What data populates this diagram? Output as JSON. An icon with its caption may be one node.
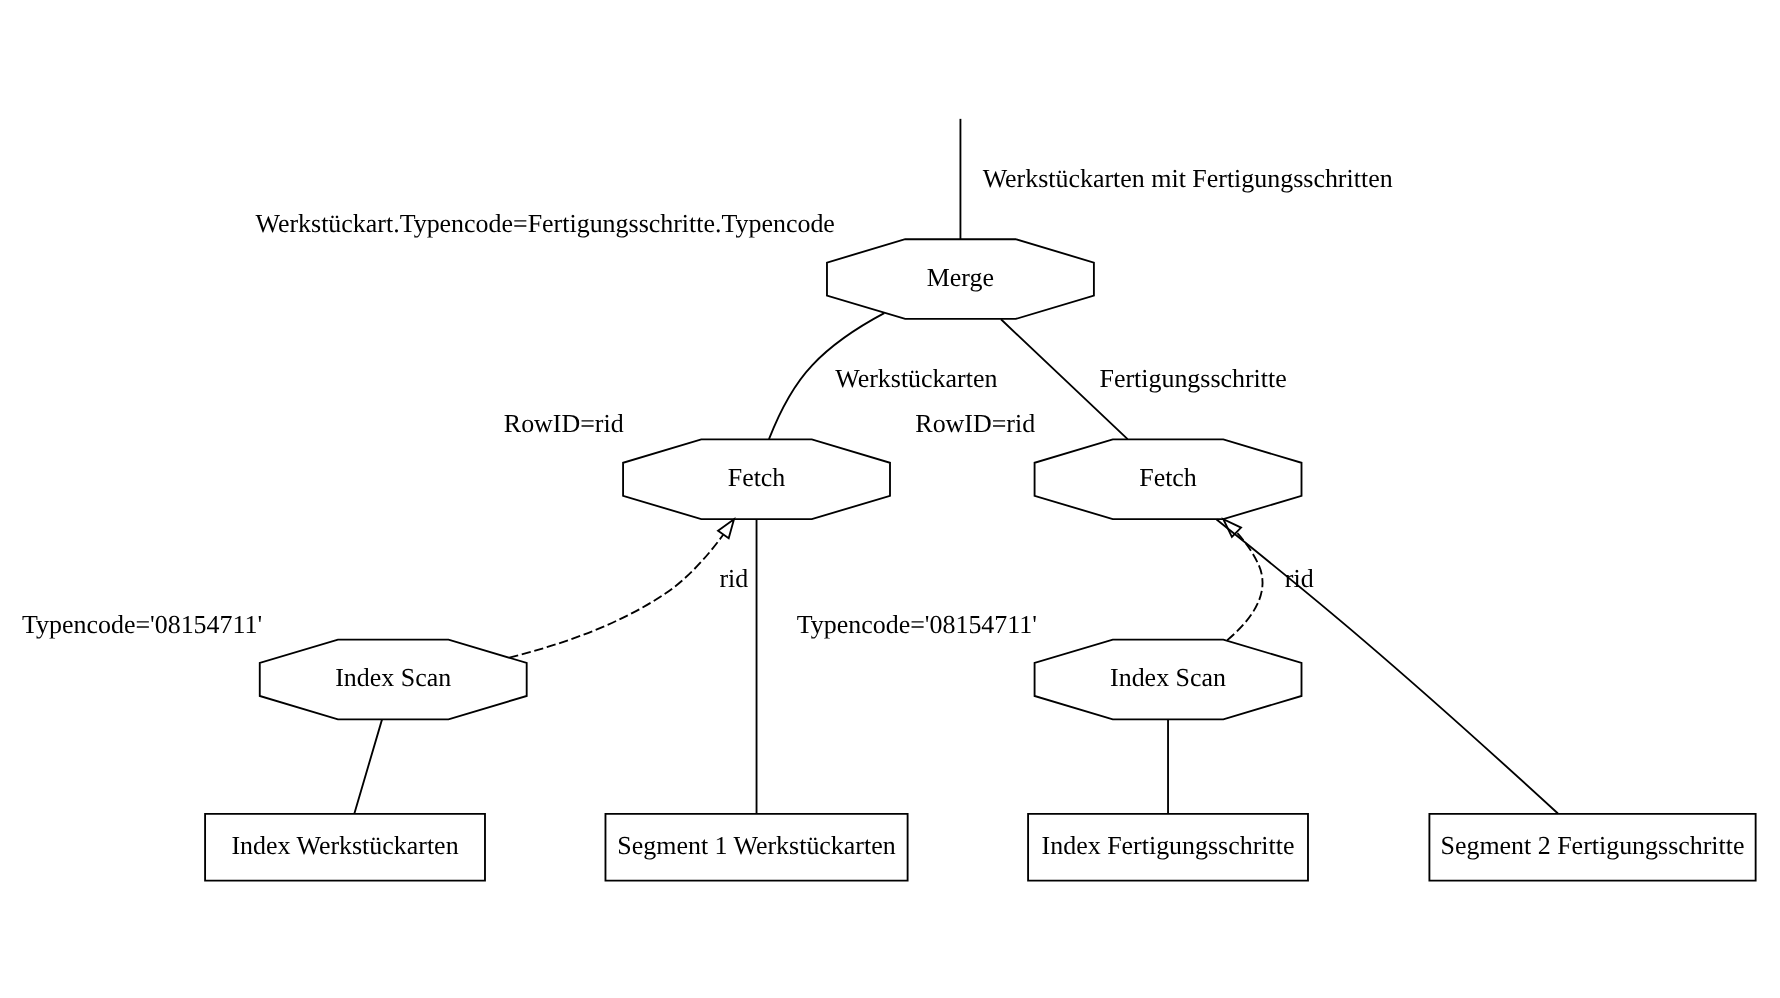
{
  "diagram": {
    "nodes": [
      {
        "text": [
          "Merge"
        ],
        "beside": [
          "Werkstückart.Typencode=Fertigungsschritte.Typencode"
        ]
      },
      {
        "text": [
          "Fetch"
        ],
        "beside": [
          "RowID=rid"
        ]
      },
      {
        "text": [
          "Fetch"
        ],
        "beside": [
          "RowID=rid"
        ]
      },
      {
        "text": [
          "Index Scan"
        ],
        "beside": [
          "Typencode='08154711'"
        ]
      },
      {
        "text": [
          "Index Scan"
        ],
        "beside": [
          "Typencode='08154711'"
        ]
      },
      {
        "text": [
          "Index Werkstückarten"
        ]
      },
      {
        "text": [
          "Segment 1 Werkstückarten"
        ]
      },
      {
        "text": [
          "Index Fertigungsschritte"
        ]
      },
      {
        "text": [
          "Segment 2 Fertigungsschritte"
        ]
      }
    ],
    "edges": [
      {
        "from": null,
        "to": 0,
        "arrow": "none",
        "label": "Werkstückarten mit Fertigungsschritten"
      },
      {
        "from": 0,
        "to": 1,
        "arrow": "none",
        "label": "Werkstückarten"
      },
      {
        "from": 0,
        "to": 2,
        "arrow": "none",
        "label": "Fertigungsschritte"
      },
      {
        "from": 3,
        "to": 1,
        "arrow": "to",
        "label": "rid",
        "style": "dashed"
      },
      {
        "from": 3,
        "to": 5,
        "arrow": "none"
      },
      {
        "from": 1,
        "to": 6,
        "arrow": "none"
      },
      {
        "from": 4,
        "to": 2,
        "arrow": "to",
        "label": "rid",
        "style": "dashed"
      },
      {
        "from": 4,
        "to": 7,
        "arrow": "none"
      },
      {
        "from": 2,
        "to": 8,
        "arrow": "none"
      }
    ]
  }
}
